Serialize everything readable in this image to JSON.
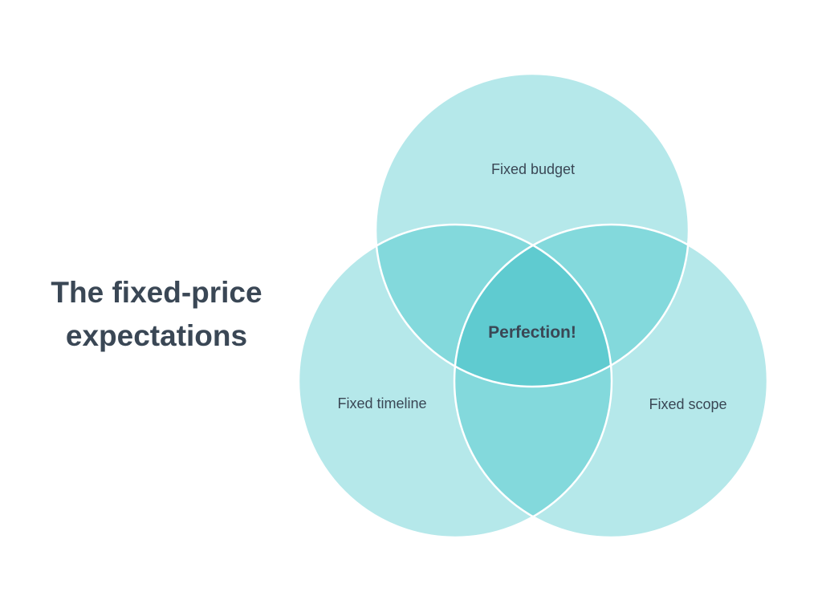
{
  "title": {
    "line1": "The fixed-price",
    "line2": "expectations"
  },
  "venn": {
    "sets": [
      {
        "label": "Fixed budget"
      },
      {
        "label": "Fixed timeline"
      },
      {
        "label": "Fixed scope"
      }
    ],
    "center_label": "Perfection!",
    "colors": {
      "single": "#b5e8ea",
      "pair": "#83d9dc",
      "triple": "#5fcbd0",
      "stroke": "#ffffff",
      "text": "#3a4755"
    }
  }
}
